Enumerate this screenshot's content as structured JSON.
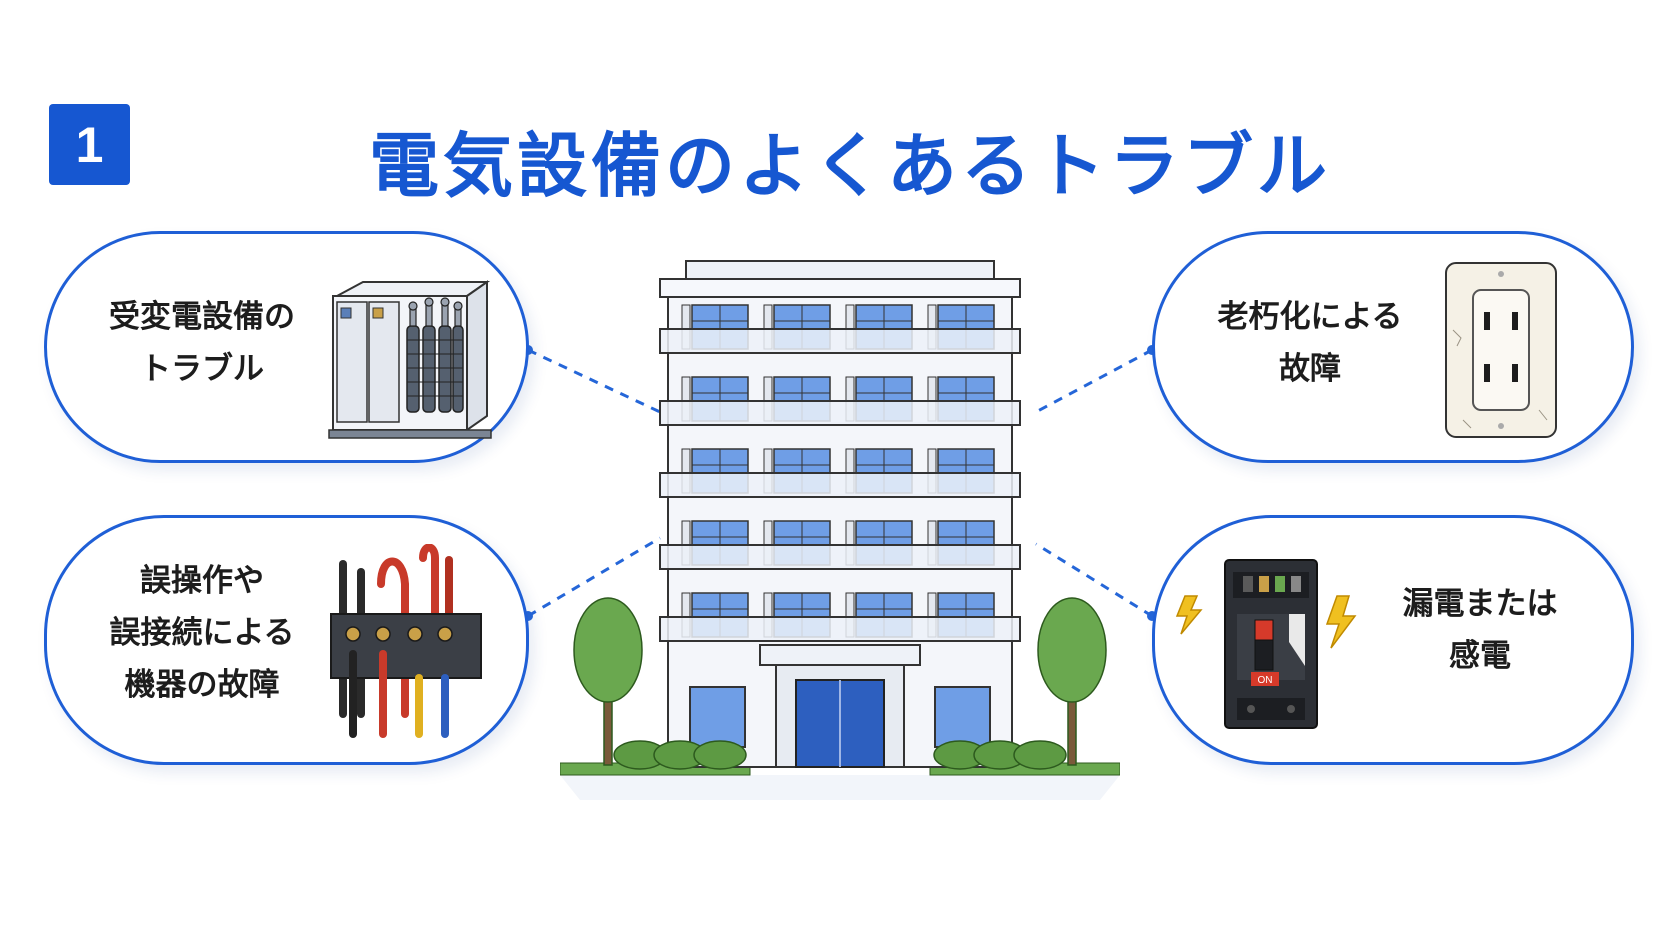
{
  "badge": "1",
  "title": "電気設備のよくあるトラブル",
  "cards": [
    {
      "id": "substation",
      "lines": [
        "受変電設備の",
        "トラブル"
      ],
      "icon": "substation-equipment-icon"
    },
    {
      "id": "aging",
      "lines": [
        "老朽化による",
        "故障"
      ],
      "icon": "wall-outlet-icon"
    },
    {
      "id": "misoperation",
      "lines": [
        "誤操作や",
        "誤接続による",
        "機器の故障"
      ],
      "icon": "terminal-block-cables-icon"
    },
    {
      "id": "leakage",
      "lines": [
        "漏電または",
        "感電"
      ],
      "icon": "circuit-breaker-icon"
    }
  ],
  "breaker_label": "ON",
  "center_image": "apartment-building-icon",
  "colors": {
    "accent": "#1657d1",
    "border": "#1f5fd6",
    "connector": "#2566d8"
  }
}
